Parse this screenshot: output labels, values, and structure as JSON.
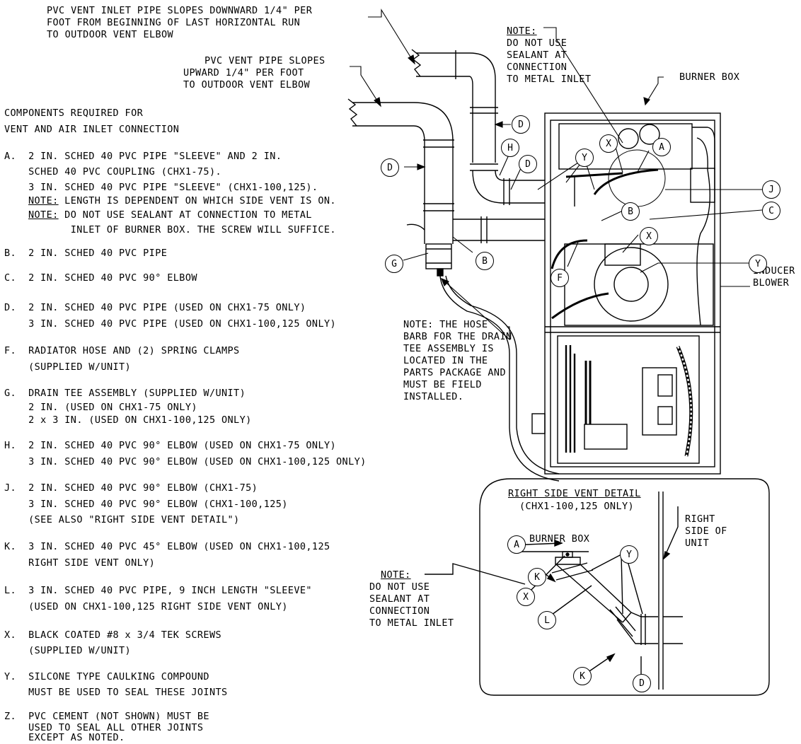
{
  "callouts": {
    "inlet_slope": [
      "PVC VENT INLET PIPE SLOPES DOWNWARD 1/4\" PER",
      "FOOT FROM BEGINNING OF LAST HORIZONTAL RUN",
      "TO OUTDOOR VENT ELBOW"
    ],
    "vent_slope": [
      "PVC VENT PIPE SLOPES",
      "UPWARD 1/4\" PER FOOT",
      "TO OUTDOOR VENT ELBOW"
    ],
    "note_top_label": "NOTE:",
    "note_top": [
      "DO NOT USE",
      "SEALANT AT",
      "CONNECTION",
      "TO METAL INLET"
    ],
    "burner_box": "BURNER BOX",
    "inducer": [
      "INDUCER",
      "BLOWER"
    ],
    "hose_note": [
      "NOTE: THE HOSE",
      "BARB FOR THE DRAIN",
      "TEE ASSEMBLY IS",
      "LOCATED IN THE",
      "PARTS PACKAGE AND",
      "MUST BE FIELD",
      "INSTALLED."
    ]
  },
  "components": {
    "heading": [
      "COMPONENTS REQUIRED FOR",
      "VENT AND AIR INLET CONNECTION"
    ],
    "A": [
      "A.  2 IN. SCHED 40 PVC PIPE \"SLEEVE\" AND 2 IN.",
      "    SCHED 40 PVC COUPLING (CHX1-75).",
      "    3 IN. SCHED 40 PVC PIPE \"SLEEVE\" (CHX1-100,125)."
    ],
    "A_note1_label": "NOTE:",
    "A_note1": " LENGTH IS DEPENDENT ON WHICH SIDE VENT IS ON.",
    "A_note2_label": "NOTE:",
    "A_note2": [
      " DO NOT USE SEALANT AT CONNECTION TO METAL",
      "       INLET OF BURNER BOX. THE SCREW WILL SUFFICE."
    ],
    "B": "B.  2 IN. SCHED 40 PVC PIPE",
    "C": "C.  2 IN. SCHED 40 PVC 90° ELBOW",
    "D": [
      "D.  2 IN. SCHED 40 PVC PIPE (USED ON CHX1-75 ONLY)",
      "    3 IN. SCHED 40 PVC PIPE (USED ON CHX1-100,125 ONLY)"
    ],
    "F": [
      "F.  RADIATOR HOSE AND (2) SPRING CLAMPS",
      "    (SUPPLIED W/UNIT)"
    ],
    "G": [
      "G.  DRAIN TEE ASSEMBLY (SUPPLIED W/UNIT)",
      "    2 IN. (USED ON CHX1-75 ONLY)",
      "    2 x 3 IN. (USED ON CHX1-100,125 ONLY)"
    ],
    "H": [
      "H.  2 IN. SCHED 40 PVC 90° ELBOW (USED ON CHX1-75 ONLY)",
      "    3 IN. SCHED 40 PVC 90° ELBOW (USED ON CHX1-100,125 ONLY)"
    ],
    "J": [
      "J.  2 IN. SCHED 40 PVC 90° ELBOW (CHX1-75)",
      "    3 IN. SCHED 40 PVC 90° ELBOW (CHX1-100,125)",
      "    (SEE ALSO \"RIGHT SIDE VENT DETAIL\")"
    ],
    "K": [
      "K.  3 IN. SCHED 40 PVC 45° ELBOW (USED ON CHX1-100,125",
      "    RIGHT SIDE VENT ONLY)"
    ],
    "L": [
      "L.  3 IN. SCHED 40 PVC PIPE, 9 INCH LENGTH \"SLEEVE\"",
      "    (USED ON CHX1-100,125 RIGHT SIDE VENT ONLY)"
    ],
    "X": [
      "X.  BLACK COATED #8 x 3/4 TEK SCREWS",
      "    (SUPPLIED W/UNIT)"
    ],
    "Y": [
      "Y.  SILCONE TYPE CAULKING COMPOUND",
      "    MUST BE USED TO SEAL THESE JOINTS"
    ],
    "Z": [
      "Z.  PVC CEMENT (NOT SHOWN) MUST BE",
      "    USED TO SEAL ALL OTHER JOINTS",
      "    EXCEPT AS NOTED."
    ]
  },
  "detail": {
    "title": "RIGHT SIDE VENT DETAIL",
    "subtitle": "(CHX1-100,125 ONLY)",
    "burner_box": "BURNER BOX",
    "right_side": [
      "RIGHT",
      "SIDE OF",
      "UNIT"
    ],
    "note_label": "NOTE:",
    "note": [
      "DO NOT USE",
      "SEALANT AT",
      "CONNECTION",
      "TO METAL INLET"
    ]
  },
  "letters": {
    "A": "A",
    "B": "B",
    "C": "C",
    "D": "D",
    "F": "F",
    "G": "G",
    "H": "H",
    "J": "J",
    "K": "K",
    "L": "L",
    "X": "X",
    "Y": "Y"
  }
}
